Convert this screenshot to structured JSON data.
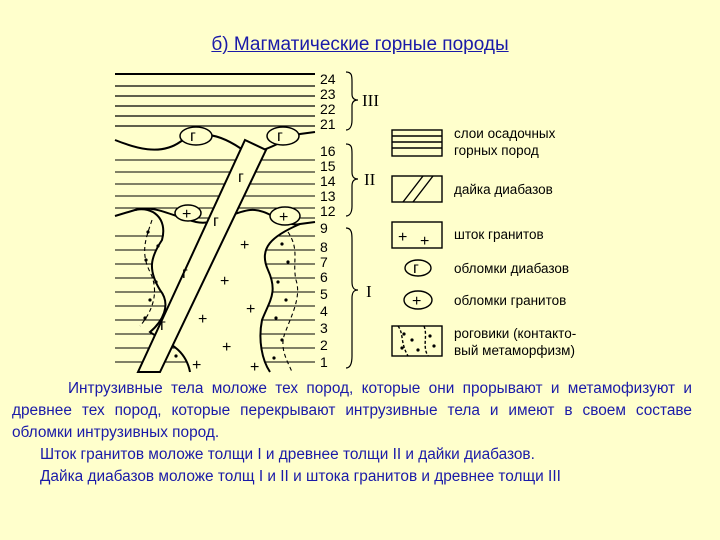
{
  "title": "б) Магматические горные породы",
  "layer_numbers": [
    "24",
    "23",
    "22",
    "21",
    "16",
    "15",
    "14",
    "13",
    "12",
    "9",
    "8",
    "7",
    "6",
    "5",
    "4",
    "3",
    "2",
    "1"
  ],
  "groups": [
    "III",
    "II",
    "I"
  ],
  "legend": [
    {
      "icon": "sediment-layers-icon",
      "lines": [
        "слои осадочных",
        "горных пород"
      ]
    },
    {
      "icon": "diabase-dike-icon",
      "lines": [
        "дайка диабазов"
      ]
    },
    {
      "icon": "granite-stock-icon",
      "lines": [
        "шток гранитов"
      ]
    },
    {
      "icon": "diabase-fragment-icon",
      "lines": [
        "обломки диабазов"
      ]
    },
    {
      "icon": "granite-fragment-icon",
      "lines": [
        "обломки гранитов"
      ]
    },
    {
      "icon": "hornfels-icon",
      "lines": [
        "роговики (контакто-",
        "вый метаморфизм)"
      ]
    }
  ],
  "symbols": {
    "diabase": "г",
    "granite": "+"
  },
  "text": {
    "p1": "Интрузивные тела моложе тех пород, которые они прорывают и метамофизуют и древнее тех пород, которые перекрывают интрузивные тела и имеют в своем составе обломки интрузивных пород.",
    "p2": "Шток гранитов моложе толщи I и древнее толщи II и дайки диабазов.",
    "p3": "Дайка диабазов моложе толщ I и II и штока гранитов и древнее толщи III"
  }
}
